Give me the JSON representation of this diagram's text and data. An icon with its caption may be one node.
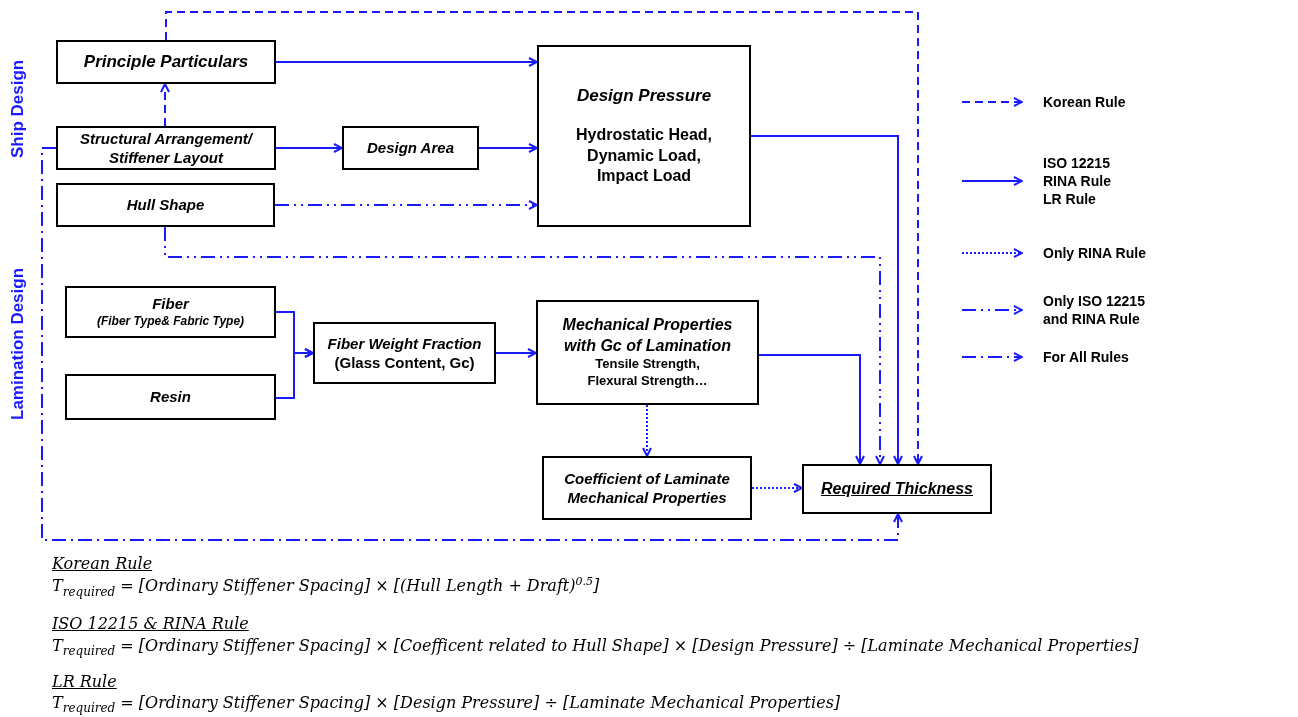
{
  "diagram": {
    "nodes": [
      {
        "text": [
          "Principle  Particulars"
        ]
      },
      {
        "text": [
          "Structural Arrangement/ Stiffener Layout"
        ]
      },
      {
        "text": [
          "Hull Shape"
        ]
      },
      {
        "text": [
          "Design Area"
        ]
      },
      {
        "text": [
          "Design Pressure",
          "Hydrostatic Head, Dynamic Load, Impact Load"
        ]
      },
      {
        "text": [
          "Fiber",
          "(Fiber Type& Fabric Type)"
        ]
      },
      {
        "text": [
          "Resin"
        ]
      },
      {
        "text": [
          "Fiber Weight Fraction",
          "(Glass Content, Gc)"
        ]
      },
      {
        "text": [
          "Mechanical Properties with Gc of Lamination",
          "Tensile Strength, Flexural Strength…"
        ]
      },
      {
        "text": [
          "Coefficient of  Laminate Mechanical Properties"
        ]
      },
      {
        "text": [
          "Required Thickness"
        ]
      }
    ],
    "edges": [
      {
        "from": 0,
        "to": 4,
        "arrow": "to"
      },
      {
        "from": 1,
        "to": 0,
        "arrow": "to",
        "style": "dashed"
      },
      {
        "from": 1,
        "to": 3,
        "arrow": "to"
      },
      {
        "from": 3,
        "to": 4,
        "arrow": "to"
      },
      {
        "from": 2,
        "to": 4,
        "arrow": "to",
        "style": "dashed"
      },
      {
        "from": 0,
        "to": 10,
        "arrow": "to",
        "style": "dashed"
      },
      {
        "from": 4,
        "to": 10,
        "arrow": "to"
      },
      {
        "from": 2,
        "to": 10,
        "arrow": "to",
        "style": "dashed"
      },
      {
        "from": 5,
        "to": 7,
        "arrow": "to"
      },
      {
        "from": 6,
        "to": 7,
        "arrow": "to"
      },
      {
        "from": 7,
        "to": 8,
        "arrow": "to"
      },
      {
        "from": 8,
        "to": 10,
        "arrow": "to"
      },
      {
        "from": 8,
        "to": 9,
        "arrow": "to",
        "style": "dashed"
      },
      {
        "from": 9,
        "to": 10,
        "arrow": "to",
        "style": "dashed"
      },
      {
        "from": 1,
        "to": 10,
        "arrow": "to",
        "style": "dashed"
      }
    ],
    "labels": [
      "Ship Design",
      "Lamination Design",
      "Korean Rule",
      "T$_{required}$ = [Ordinary Stiffener Spacing] × [(Hull Length + Draft)$^{0.5}$]",
      "ISO 12215 & RINA Rule",
      "T$_{required}$  = [Ordinary Stiffener Spacing] × [Coefficent related to Hull Shape] × [Design Pressure] ÷ [Laminate Mechanical Properties]",
      "LR Rule",
      "T$_{required}$  = [Ordinary Stiffener Spacing] × [Design Pressure] ÷ [Laminate Mechanical Properties]"
    ],
    "legend": [
      {
        "text": "Korean Rule"
      },
      {
        "text": "ISO 12215 RINA Rule LR Rule"
      },
      {
        "text": "Only RINA Rule"
      },
      {
        "text": "Only ISO 12215 and RINA Rule"
      },
      {
        "text": "For All Rules"
      }
    ]
  }
}
